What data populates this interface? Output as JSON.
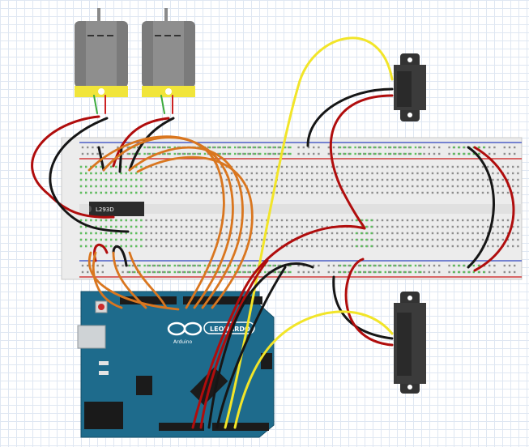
{
  "colors": {
    "grid": "#dfe7f2",
    "breadboard": "#eeeeee",
    "rail_blue": "#4d5fc6",
    "rail_red": "#d23a3a",
    "hole_green": "#5cc05c",
    "arduino_board": "#1e6b8c",
    "wire_red": "#b00d0d",
    "wire_black": "#161616",
    "wire_yellow": "#f2e529",
    "wire_orange": "#d9761f",
    "motor_body": "#7b7b7b",
    "motor_cap": "#f1e53a",
    "sensor_body": "#3b3b3b"
  },
  "components": {
    "motor_driver_ic": {
      "label": "L293D"
    },
    "arduino": {
      "brand": "LEONARDO",
      "logo_text": "Arduino"
    },
    "motors": [
      {
        "name": "dc-motor-1"
      },
      {
        "name": "dc-motor-2"
      }
    ],
    "sensors": [
      {
        "name": "ir-distance-sensor-top"
      },
      {
        "name": "ir-distance-sensor-bottom"
      }
    ]
  }
}
